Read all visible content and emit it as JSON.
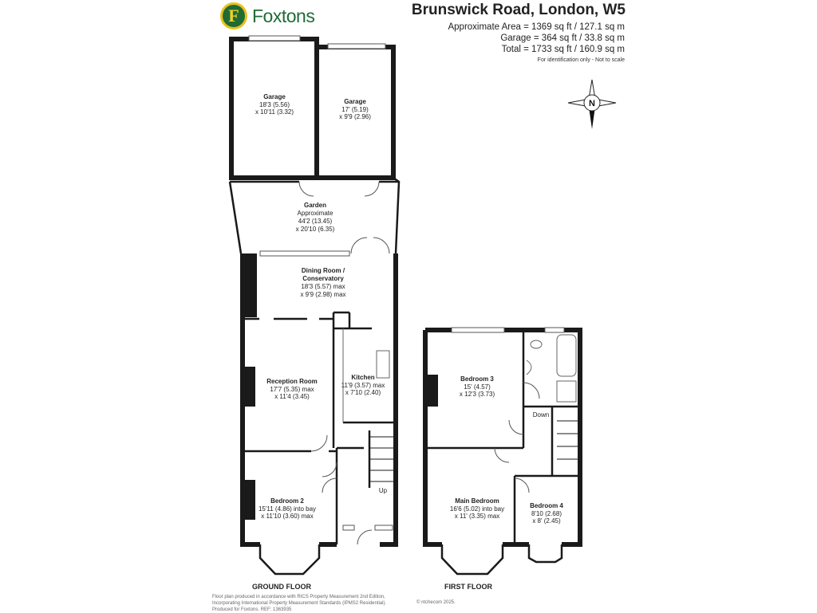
{
  "brand": {
    "name": "Foxtons",
    "badge_letter": "F",
    "green": "#1f6b36",
    "yellow": "#e8c21a"
  },
  "header": {
    "address": "Brunswick Road, London, W5",
    "approx_area": "Approximate Area = 1369 sq ft / 127.1 sq m",
    "garage_area": "Garage = 364 sq ft / 33.8 sq m",
    "total_area": "Total = 1733 sq ft / 160.9 sq m",
    "identification": "For identification only - Not to scale"
  },
  "compass": {
    "label": "N",
    "icon": "compass-north-icon"
  },
  "rooms": {
    "garage_left": {
      "name": "Garage",
      "dim1": "18'3 (5.56)",
      "dim2": "x 10'11 (3.32)"
    },
    "garage_right": {
      "name": "Garage",
      "dim1": "17' (5.19)",
      "dim2": "x 9'9 (2.96)"
    },
    "garden": {
      "name": "Garden",
      "dim1": "Approximate",
      "dim2": "44'2 (13.45)",
      "dim3": "x 20'10 (6.35)"
    },
    "dining": {
      "name1": "Dining Room /",
      "name2": "Conservatory",
      "dim1": "18'3 (5.57) max",
      "dim2": "x 9'9 (2.98) max"
    },
    "reception": {
      "name": "Reception Room",
      "dim1": "17'7 (5.35) max",
      "dim2": "x 11'4 (3.45)"
    },
    "kitchen": {
      "name": "Kitchen",
      "dim1": "11'9 (3.57) max",
      "dim2": "x 7'10 (2.40)"
    },
    "bedroom2": {
      "name": "Bedroom 2",
      "dim1": "15'11 (4.86) into bay",
      "dim2": "x 11'10 (3.60) max"
    },
    "bedroom3": {
      "name": "Bedroom 3",
      "dim1": "15' (4.57)",
      "dim2": "x 12'3 (3.73)"
    },
    "main_bedroom": {
      "name": "Main Bedroom",
      "dim1": "16'6 (5.02) into bay",
      "dim2": "x 11' (3.35) max"
    },
    "bedroom4": {
      "name": "Bedroom 4",
      "dim1": "8'10 (2.68)",
      "dim2": "x 8' (2.45)"
    },
    "stairs_up": "Up",
    "stairs_down": "Down"
  },
  "floors": {
    "ground": "GROUND FLOOR",
    "first": "FIRST FLOOR"
  },
  "footer": {
    "line1": "Floor plan produced in accordance with RICS Property Measurement 2nd Edition,",
    "line2": "Incorporating International Property Measurement Standards (IPMS2 Residential).",
    "line3": "Produced for Foxtons.   REF: 1363935",
    "credit": "© ntchecom 2025."
  }
}
